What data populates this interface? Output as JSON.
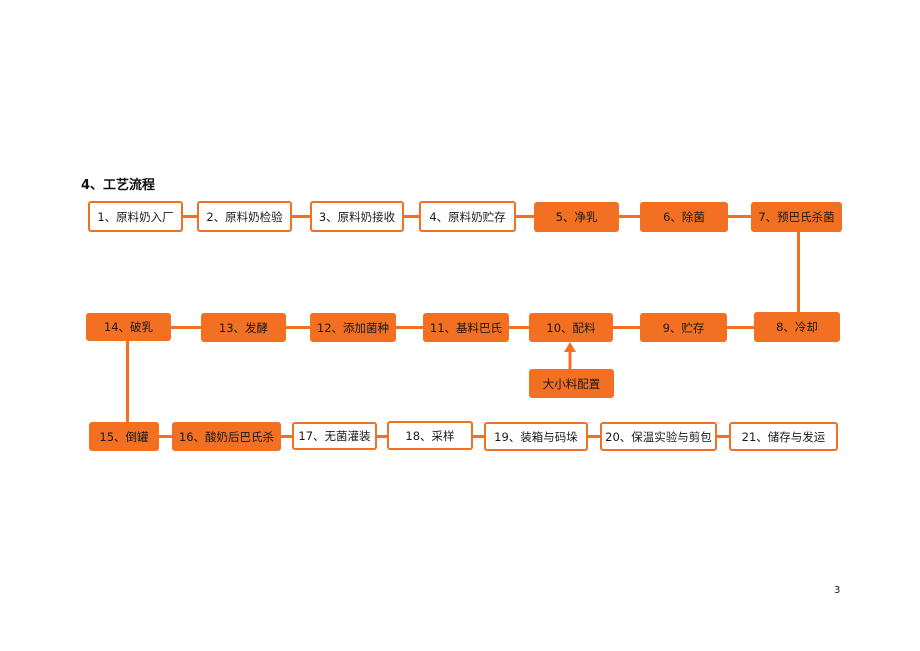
{
  "heading": "4、工艺流程",
  "page_number": "3",
  "colors": {
    "accent": "#f36f21",
    "outline_fill": "#ffffff"
  },
  "steps": [
    {
      "id": 1,
      "label": "1、原料奶入厂",
      "style": "outline"
    },
    {
      "id": 2,
      "label": "2、原料奶检验",
      "style": "outline"
    },
    {
      "id": 3,
      "label": "3、原料奶接收",
      "style": "outline"
    },
    {
      "id": 4,
      "label": "4、原料奶贮存",
      "style": "outline"
    },
    {
      "id": 5,
      "label": "5、净乳",
      "style": "filled"
    },
    {
      "id": 6,
      "label": "6、除菌",
      "style": "filled"
    },
    {
      "id": 7,
      "label": "7、预巴氏杀菌",
      "style": "filled"
    },
    {
      "id": 8,
      "label": "8、冷却",
      "style": "filled"
    },
    {
      "id": 9,
      "label": "9、贮存",
      "style": "filled"
    },
    {
      "id": 10,
      "label": "10、配料",
      "style": "filled"
    },
    {
      "id": 11,
      "label": "11、基料巴氏",
      "style": "filled"
    },
    {
      "id": 12,
      "label": "12、添加菌种",
      "style": "filled"
    },
    {
      "id": 13,
      "label": "13、发酵",
      "style": "filled"
    },
    {
      "id": 14,
      "label": "14、破乳",
      "style": "filled"
    },
    {
      "id": 15,
      "label": "15、倒罐",
      "style": "filled"
    },
    {
      "id": 16,
      "label": "16、酸奶后巴氏杀",
      "style": "filled"
    },
    {
      "id": 17,
      "label": "17、无菌灌装",
      "style": "outline"
    },
    {
      "id": 18,
      "label": "18、采样",
      "style": "outline"
    },
    {
      "id": 19,
      "label": "19、装箱与码垛",
      "style": "outline"
    },
    {
      "id": 20,
      "label": "20、保温实验与剪包",
      "style": "outline"
    },
    {
      "id": 21,
      "label": "21、储存与发运",
      "style": "outline"
    }
  ],
  "side_input": {
    "label": "大小料配置",
    "style": "filled",
    "feeds": 10
  }
}
